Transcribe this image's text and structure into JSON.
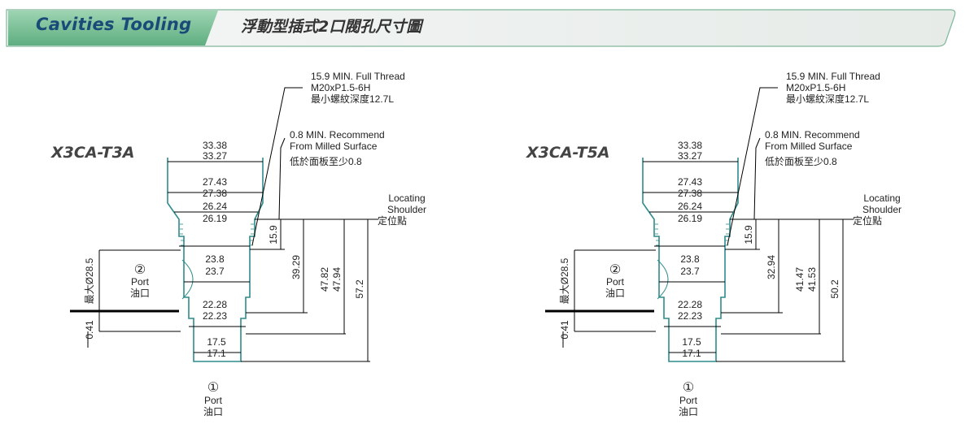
{
  "header": {
    "title_en": "Cavities Tooling",
    "title_zh": "浮動型插式2口閥孔尺寸圖",
    "colors": {
      "tab_green": "#7fc39a",
      "tab_dark": "#4a9a6e",
      "title_blue": "#1a4a78"
    }
  },
  "drawings": [
    {
      "model": "X3CA-T3A",
      "thread_note": [
        "15.9 MIN. Full Thread",
        "M20xP1.5-6H",
        "最小螺紋深度12.7L"
      ],
      "surface_note": [
        "0.8 MIN. Recommend",
        "From Milled Surface",
        "低於面板至少0.8"
      ],
      "shoulder_note": [
        "Locating",
        "Shoulder",
        "定位點"
      ],
      "bore_dims": [
        [
          "33.38",
          "33.27"
        ],
        [
          "27.43",
          "27.38"
        ],
        [
          "26.24",
          "26.19"
        ],
        [
          "23.8",
          "23.7"
        ],
        [
          "22.28",
          "22.23"
        ],
        [
          "17.5",
          "17.1"
        ]
      ],
      "depth_dims": {
        "thread": "15.9",
        "port2": "39.29",
        "mid": [
          "47.82",
          "47.94"
        ],
        "total": "57.2"
      },
      "side_dims": {
        "port_max": "最大Ø28.5",
        "offset": "0.41"
      },
      "port2": {
        "number": "②",
        "en": "Port",
        "zh": "油口"
      },
      "port1": {
        "number": "①",
        "en": "Port",
        "zh": "油口"
      }
    },
    {
      "model": "X3CA-T5A",
      "thread_note": [
        "15.9 MIN. Full Thread",
        "M20xP1.5-6H",
        "最小螺紋深度12.7L"
      ],
      "surface_note": [
        "0.8 MIN. Recommend",
        "From Milled Surface",
        "低於面板至少0.8"
      ],
      "shoulder_note": [
        "Locating",
        "Shoulder",
        "定位點"
      ],
      "bore_dims": [
        [
          "33.38",
          "33.27"
        ],
        [
          "27.43",
          "27.38"
        ],
        [
          "26.24",
          "26.19"
        ],
        [
          "23.8",
          "23.7"
        ],
        [
          "22.28",
          "22.23"
        ],
        [
          "17.5",
          "17.1"
        ]
      ],
      "depth_dims": {
        "thread": "15.9",
        "port2": "32.94",
        "mid": [
          "41.47",
          "41.53"
        ],
        "total": "50.2"
      },
      "side_dims": {
        "port_max": "最大Ø28.5",
        "offset": "0.41"
      },
      "port2": {
        "number": "②",
        "en": "Port",
        "zh": "油口"
      },
      "port1": {
        "number": "①",
        "en": "Port",
        "zh": "油口"
      }
    }
  ]
}
